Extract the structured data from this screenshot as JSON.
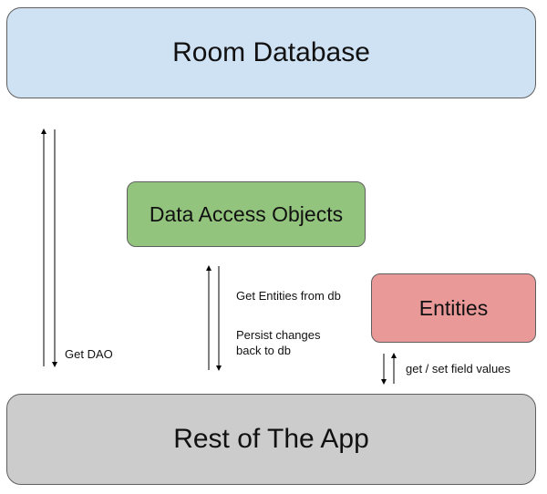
{
  "colors": {
    "room_database": "#cfe2f3",
    "data_access_objects": "#93c47d",
    "entities": "#ea9999",
    "rest_of_app": "#cccccc",
    "arrow": "#000000"
  },
  "boxes": {
    "room_database": "Room Database",
    "data_access_objects": "Data Access Objects",
    "entities": "Entities",
    "rest_of_app": "Rest of The App"
  },
  "labels": {
    "get_dao": "Get DAO",
    "get_entities": "Get Entities from db",
    "persist_changes": "Persist changes\nback to db",
    "get_set_fields": "get / set field values"
  }
}
